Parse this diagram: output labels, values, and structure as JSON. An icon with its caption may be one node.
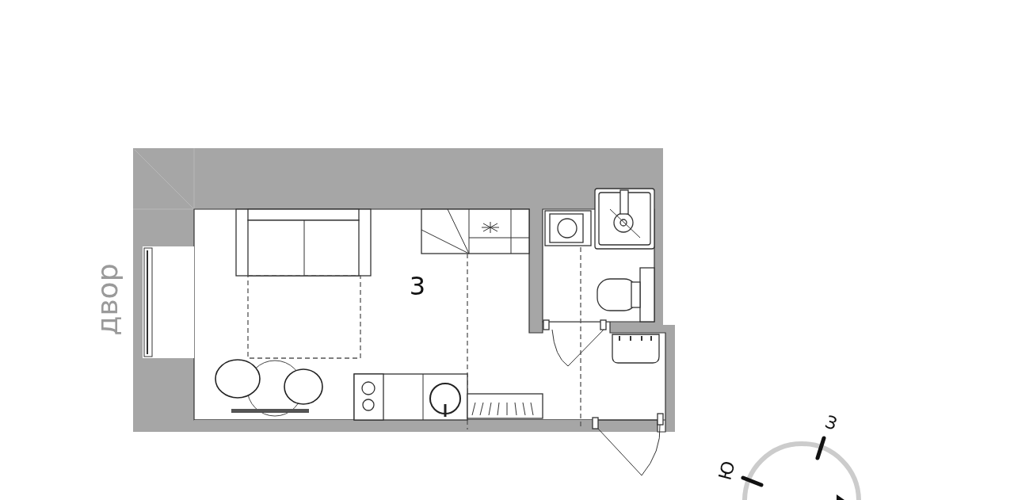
{
  "diagram": {
    "labels": [
      "двор",
      "3",
      "Ю",
      "З"
    ]
  }
}
